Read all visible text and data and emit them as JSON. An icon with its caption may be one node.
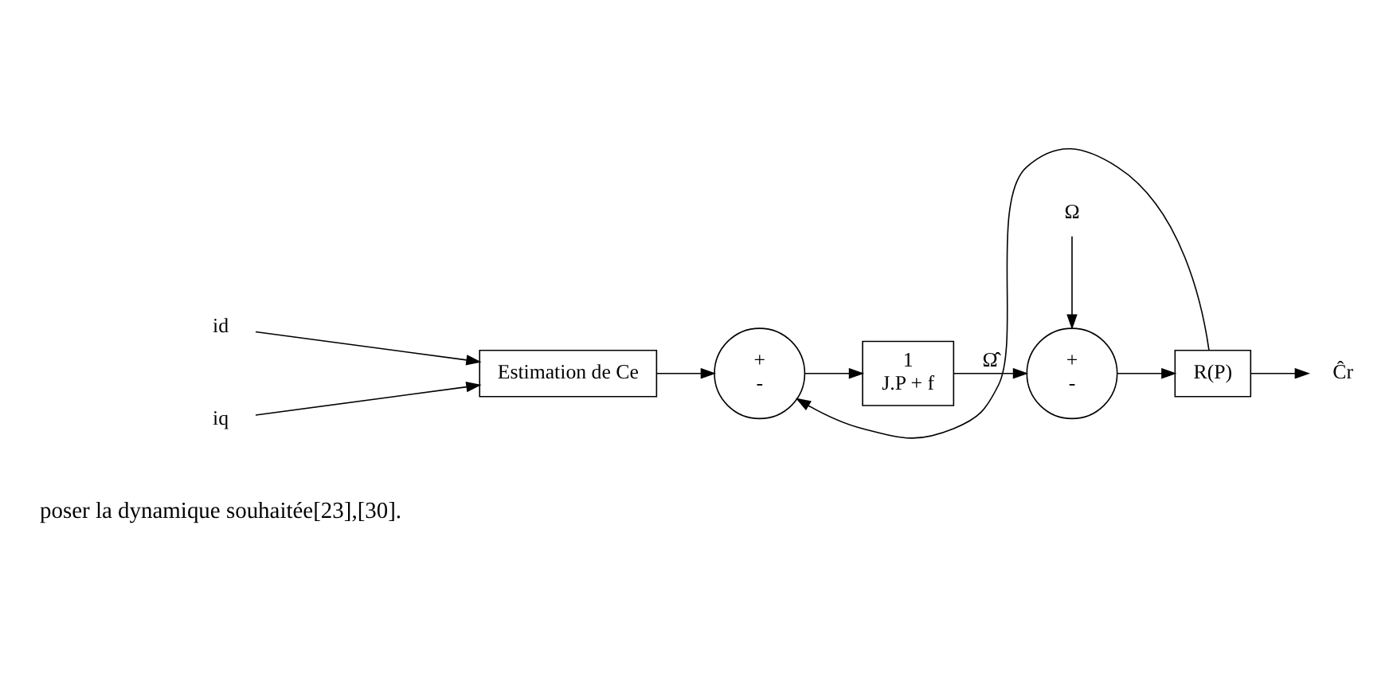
{
  "diagram": {
    "nodes": [
      {
        "text": [
          "id"
        ]
      },
      {
        "text": [
          "iq"
        ]
      },
      {
        "text": [
          "Estimation de Ce"
        ]
      },
      {
        "text": [
          "+",
          "-"
        ]
      },
      {
        "text": [
          "1",
          "J.P + f"
        ]
      },
      {
        "text": [
          "Ω"
        ]
      },
      {
        "text": [
          "+",
          "-"
        ]
      },
      {
        "text": [
          "R(P)"
        ]
      },
      {
        "text": [
          "Ĉr"
        ]
      }
    ],
    "edges": [
      {
        "from": 0,
        "to": 2,
        "arrow": "to"
      },
      {
        "from": 1,
        "to": 2,
        "arrow": "to"
      },
      {
        "from": 2,
        "to": 3,
        "arrow": "to"
      },
      {
        "from": 3,
        "to": 4,
        "arrow": "to"
      },
      {
        "from": 4,
        "to": 6,
        "arrow": "to",
        "label": "Ω̂"
      },
      {
        "from": 5,
        "to": 6,
        "arrow": "to"
      },
      {
        "from": 6,
        "to": 7,
        "arrow": "to"
      },
      {
        "from": 7,
        "to": 3,
        "arrow": "to"
      },
      {
        "from": 7,
        "to": 8,
        "arrow": "to"
      }
    ],
    "labels": [
      "poser la dynamique souhaitée[23],[30]."
    ]
  }
}
